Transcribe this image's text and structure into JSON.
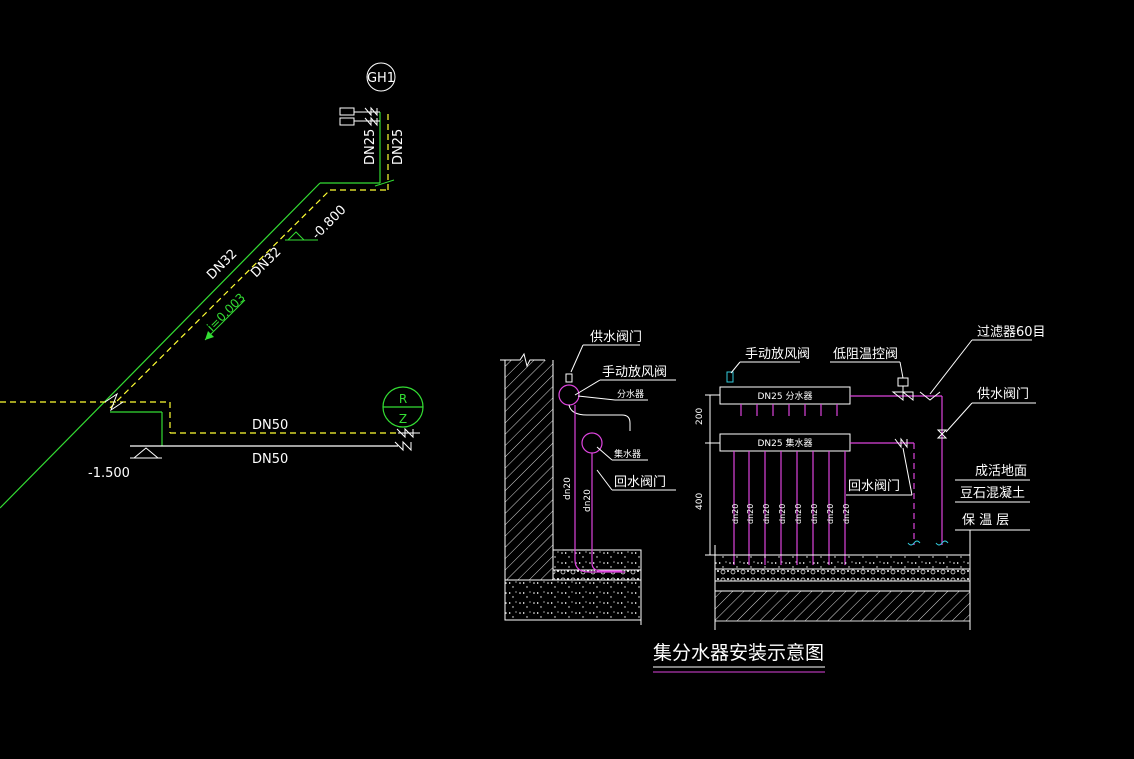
{
  "colors": {
    "background": "#000000",
    "supply_pipe": "#33dd33",
    "return_pipe": "#ffff33",
    "white": "#ffffff",
    "magenta": "#dd44dd"
  },
  "left_drawing": {
    "riser_tag": "GH1",
    "riser_size_1": "DN25",
    "riser_size_2": "DN25",
    "diag_size_1": "DN32",
    "diag_size_2": "DN32",
    "elevation_upper": "-0.800",
    "slope": "i=0.003",
    "elevation_lower": "-1.500",
    "horiz_size_1": "DN50",
    "horiz_size_2": "DN50",
    "rz_top": "R",
    "rz_bottom": "Z"
  },
  "right_drawing": {
    "title": "集分水器安装示意图",
    "labels": {
      "supply_valve_left": "供水阀门",
      "manual_vent_left": "手动放风阀",
      "distributor_left": "分水器",
      "collector_left": "集水器",
      "return_valve_left": "回水阀门",
      "manual_vent_top": "手动放风阀",
      "low_resistance_valve": "低阻温控阀",
      "filter": "过滤器60目",
      "supply_valve_right": "供水阀门",
      "return_valve_right": "回水阀门",
      "finished_floor": "成活地面",
      "pea_gravel_concrete": "豆石混凝土",
      "insulation_layer": "保 温 层"
    },
    "distributor_box": "DN25 分水器",
    "collector_box": "DN25 集水器",
    "dim_upper": "200",
    "dim_lower": "400",
    "pipe_dn_left": "dn20",
    "pipe_dn_right": "dn20",
    "branch_dn": [
      "dn20",
      "dn20",
      "dn20",
      "dn20",
      "dn20",
      "dn20",
      "dn20",
      "dn20"
    ]
  }
}
